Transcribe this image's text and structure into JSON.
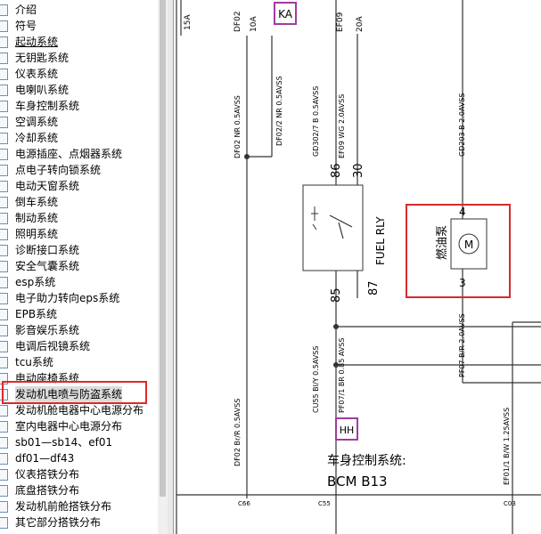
{
  "tree": {
    "items": [
      {
        "label": "介绍"
      },
      {
        "label": "符号"
      },
      {
        "label": "起动系统"
      },
      {
        "label": "无钥匙系统"
      },
      {
        "label": "仪表系统"
      },
      {
        "label": "电喇叭系统"
      },
      {
        "label": "车身控制系统"
      },
      {
        "label": "空调系统"
      },
      {
        "label": "冷却系统"
      },
      {
        "label": "电源插座、点烟器系统"
      },
      {
        "label": "点电子转向锁系统"
      },
      {
        "label": "电动天窗系统"
      },
      {
        "label": "倒车系统"
      },
      {
        "label": "制动系统"
      },
      {
        "label": "照明系统"
      },
      {
        "label": "诊断接口系统"
      },
      {
        "label": "安全气囊系统"
      },
      {
        "label": "esp系统"
      },
      {
        "label": "电子助力转向eps系统"
      },
      {
        "label": "EPB系统"
      },
      {
        "label": "影音娱乐系统"
      },
      {
        "label": "电调后视镜系统"
      },
      {
        "label": "tcu系统"
      },
      {
        "label": "电动座椅系统"
      },
      {
        "label": "发动机电喷与防盗系统"
      },
      {
        "label": "发动机舱电器中心电源分布"
      },
      {
        "label": "室内电器中心电源分布"
      },
      {
        "label": "sb01—sb14、ef01"
      },
      {
        "label": "df01—df43"
      },
      {
        "label": "仪表搭铁分布"
      },
      {
        "label": "底盘搭铁分布"
      },
      {
        "label": "发动机前舱搭铁分布"
      },
      {
        "label": "其它部分搭铁分布"
      }
    ]
  },
  "diagram": {
    "labels": {
      "top_15a": "15A",
      "df02_top": "DF02",
      "df02_amp": "10A",
      "ka": "KA",
      "ef09_top": "EF09",
      "ef09_amp": "20A",
      "w_df02_2": "DF02/2 NR 0.5AVSS",
      "w_df02_nr": "DF02 NR 0.5AVSS",
      "w_gd302": "GD302/7 B 0.5AVSS",
      "w_ef09": "EF09 WG 2.0AVSS",
      "w_gd203": "GD203 B 2.0AVSS",
      "pin86": "86",
      "pin30": "30",
      "pin85": "85",
      "pin87": "87",
      "fuel_rly": "FUEL RLY",
      "pump_name": "燃油泵",
      "pump_pin4": "4",
      "pump_pin3": "3",
      "motor": "M",
      "w_pf07_br": "PF07 B/R 2.0AVSS",
      "w_pf07_1": "PF07/1 BR 0.85 AVSS",
      "w_cu55": "CU55 BI/Y 0.5AVSS",
      "w_df02_brr": "DF02 Br/R 0.5AVSS",
      "w_ef01": "EF01/1 B/W 1.25AVSS",
      "hh": "HH",
      "bcm_title": "车身控制系统:",
      "bcm_code": "BCM B13",
      "c66": "C66",
      "c55": "C55",
      "c03": "C03"
    },
    "colors": {
      "highlight": "#d42c2c",
      "tag": "#a23aa0",
      "wire": "#333333"
    }
  }
}
